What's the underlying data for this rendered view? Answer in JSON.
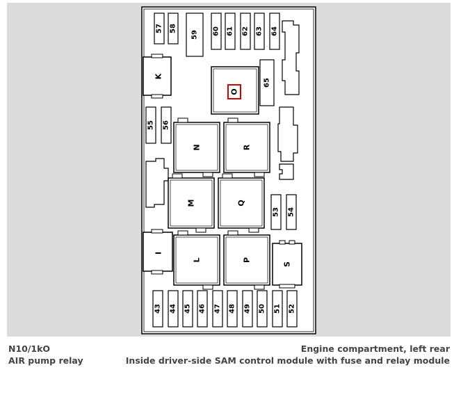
{
  "fuses": {
    "top_row": [
      "57",
      "58",
      "59",
      "60",
      "61",
      "62",
      "63",
      "64"
    ],
    "right": "65",
    "left": [
      "55",
      "56"
    ],
    "mid_right": [
      "53",
      "54"
    ],
    "bottom_row": [
      "43",
      "44",
      "45",
      "46",
      "47",
      "48",
      "49",
      "50",
      "51",
      "52"
    ]
  },
  "relays": {
    "k": "K",
    "o": "O",
    "n": "N",
    "r": "R",
    "m": "M",
    "q": "Q",
    "i": "I",
    "l": "L",
    "p": "P",
    "s": "S"
  },
  "highlight_color": "#d00000",
  "captions": {
    "component_id": "N10/1kO",
    "location": "Engine compartment, left rear",
    "component_name": "AIR pump relay",
    "module": "Inside driver-side SAM control module with fuse and relay module"
  }
}
